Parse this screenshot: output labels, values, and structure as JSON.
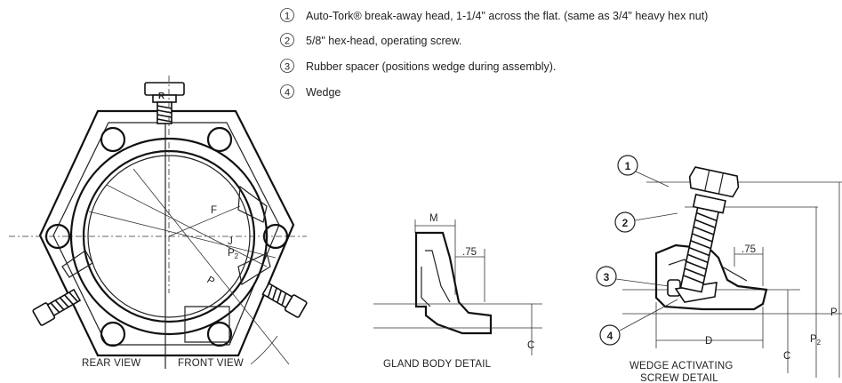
{
  "legend": [
    {
      "number": "1",
      "text": "Auto-Tork® break-away head, 1-1/4\" across the flat.  (same as 3/4\" heavy hex nut)"
    },
    {
      "number": "2",
      "text": "5/8\" hex-head, operating screw."
    },
    {
      "number": "3",
      "text": "Rubber spacer (positions wedge during assembly)."
    },
    {
      "number": "4",
      "text": "Wedge"
    }
  ],
  "views": {
    "rear_label": "REAR VIEW",
    "front_label": "FRONT VIEW"
  },
  "gland_detail": {
    "caption": "GLAND BODY DETAIL",
    "dim_m": "M",
    "dim_075": ".75",
    "dim_c": "C"
  },
  "wedge_detail": {
    "caption_line1": "WEDGE ACTIVATING",
    "caption_line2": "SCREW DETAIL",
    "dim_075": ".75",
    "dim_d": "D",
    "dim_c": "C",
    "dim_p": "P",
    "dim_p2_main": "P",
    "dim_p2_sub": "2",
    "callouts": [
      "1",
      "2",
      "3",
      "4"
    ]
  },
  "main_view_dims": {
    "f": "F",
    "j": "J",
    "p2_main": "P",
    "p2_sub": "2",
    "p": "P",
    "r": "R"
  }
}
